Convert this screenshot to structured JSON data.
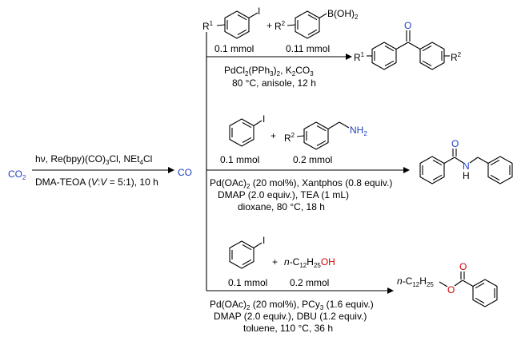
{
  "step1": {
    "left_species": "CO2",
    "conditions_top": "hν, Re(bpy)(CO)3Cl, NEt4Cl",
    "conditions_bottom": "DMA-TEOA (V:V = 5:1), 10 h",
    "product": "CO"
  },
  "branch1": {
    "reagent1_sub": "R1",
    "reagent1_amount": "0.1 mmol",
    "plus": "+",
    "reagent2_sub": "R2",
    "reagent2_group": "B(OH)2",
    "reagent2_amount": "0.11 mmol",
    "conditions": [
      "PdCl2(PPh3)2, K2CO3",
      "80 °C, anisole, 12 h"
    ],
    "product_sub1": "R1",
    "product_sub2": "R2",
    "product_atom": "O"
  },
  "branch2": {
    "reagent1_atom": "I",
    "reagent1_amount": "0.1 mmol",
    "plus": "+",
    "reagent2_sub": "R2",
    "reagent2_group": "NH2",
    "reagent2_amount": "0.2 mmol",
    "conditions": [
      "Pd(OAc)2 (20 mol%), Xantphos (0.8 equiv.)",
      "DMAP (2.0 equiv.), TEA (1 mL)",
      "dioxane, 80 °C, 18 h"
    ],
    "product_o": "O",
    "product_nh": "N\nH"
  },
  "branch3": {
    "reagent1_atom": "I",
    "reagent1_amount": "0.1 mmol",
    "plus": "+",
    "reagent2": "n-C12H25OH",
    "reagent2_amount": "0.2 mmol",
    "conditions": [
      "Pd(OAc)2 (20 mol%), PCy3 (1.6 equiv.)",
      "DMAP (2.0 equiv.), DBU (1.2 equiv.)",
      "toluene, 110 °C, 36 h"
    ],
    "product_chain": "n-C12H25",
    "product_o1": "O",
    "product_o2": "O"
  },
  "colors": {
    "blue": "#1f3fc4",
    "red": "#d40000",
    "black": "#000000"
  }
}
